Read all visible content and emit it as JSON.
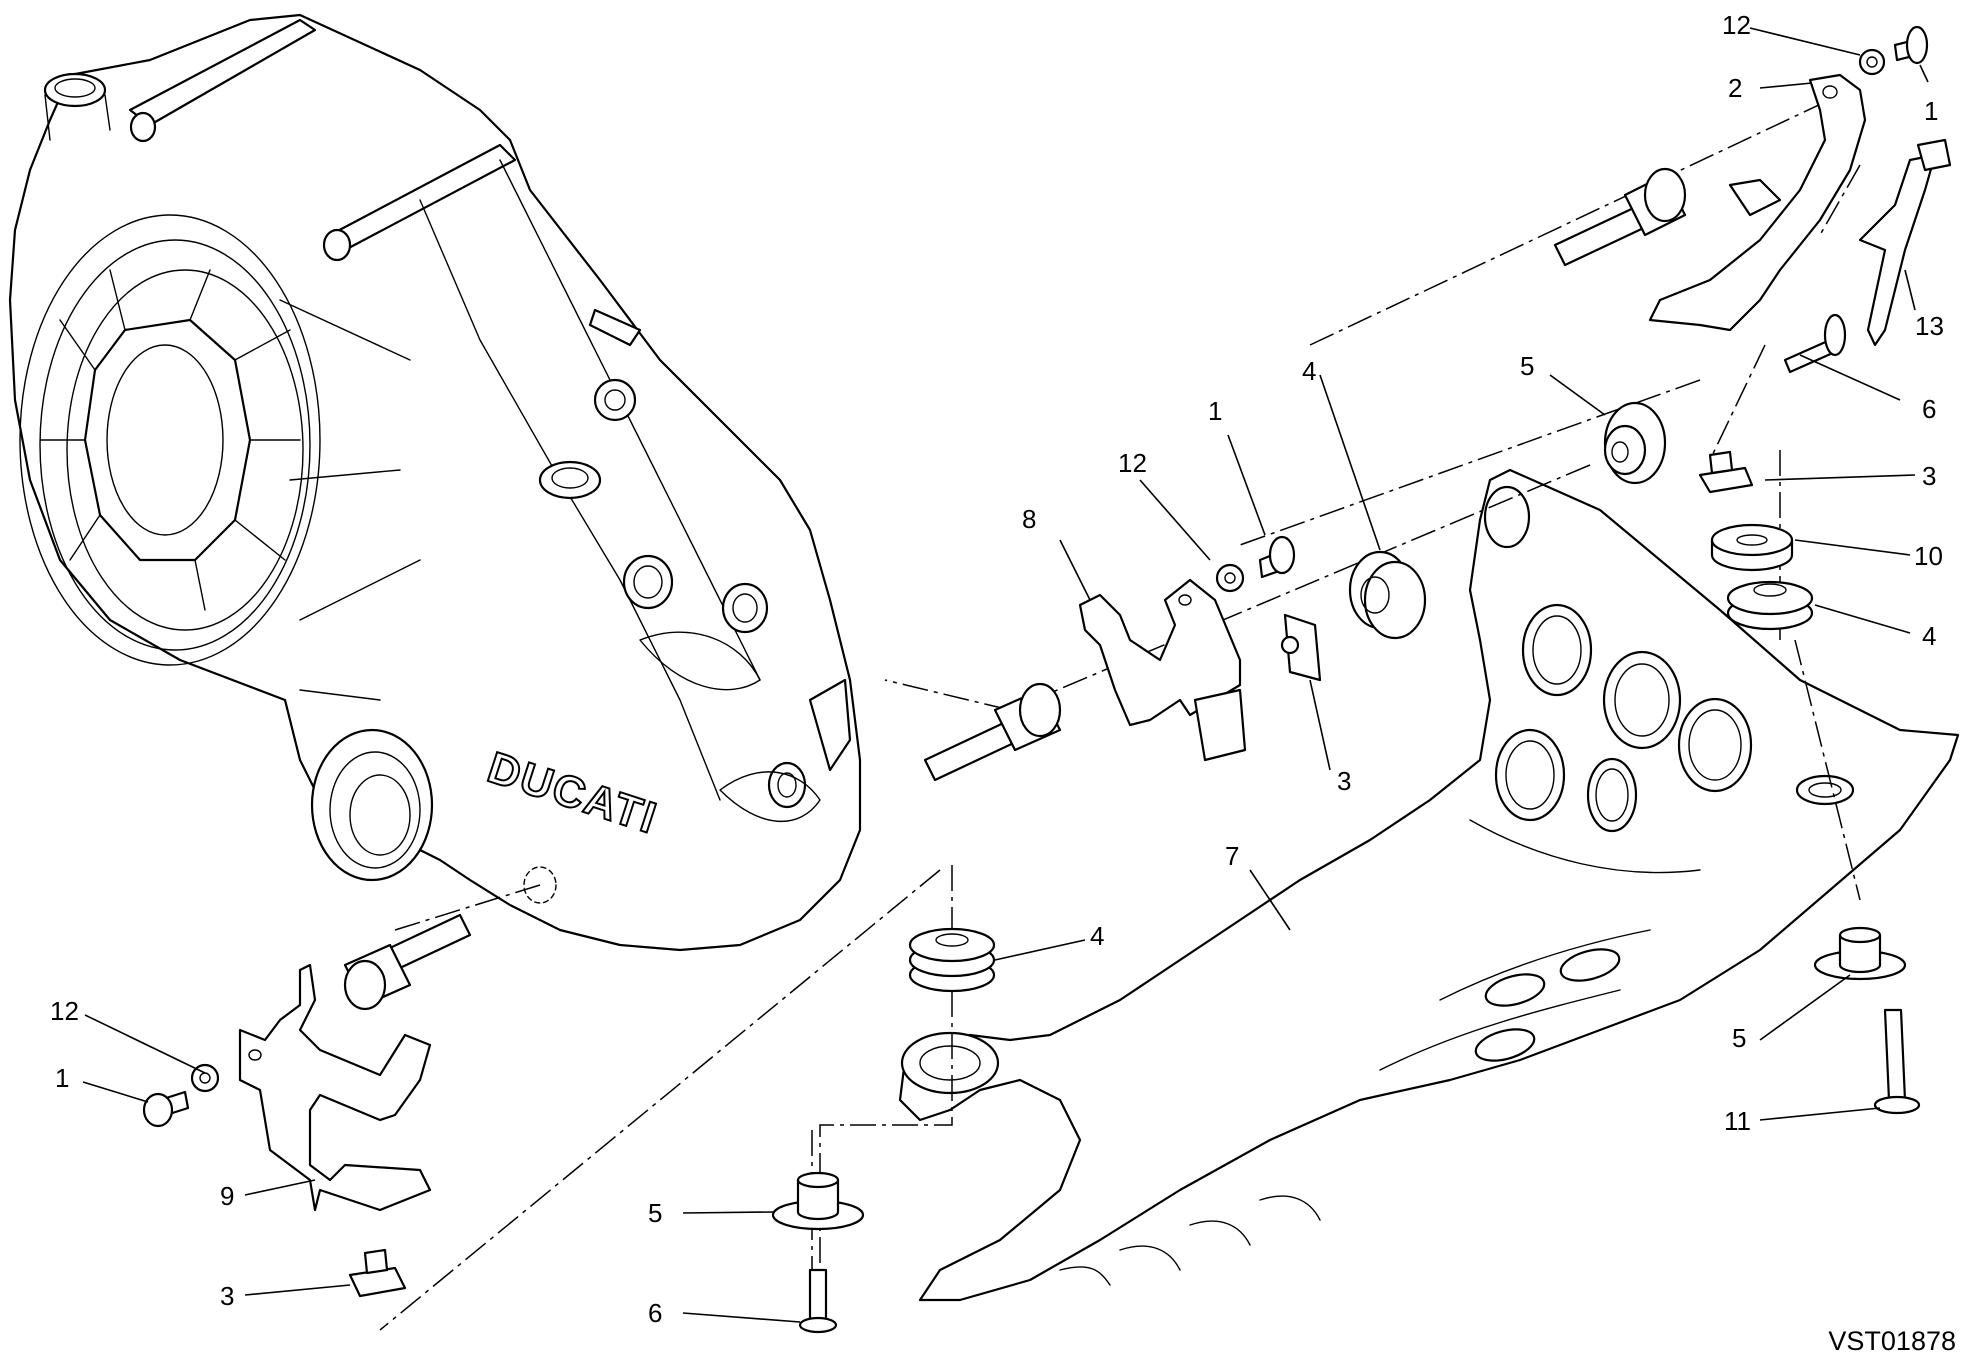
{
  "drawing": {
    "code": "VST01878",
    "brand_text": "DUCATI"
  },
  "callouts": [
    {
      "id": "c12a",
      "label": "12"
    },
    {
      "id": "c2",
      "label": "2"
    },
    {
      "id": "c1a",
      "label": "1"
    },
    {
      "id": "c13",
      "label": "13"
    },
    {
      "id": "c6a",
      "label": "6"
    },
    {
      "id": "c5a",
      "label": "5"
    },
    {
      "id": "c4a",
      "label": "4"
    },
    {
      "id": "c1b",
      "label": "1"
    },
    {
      "id": "c12b",
      "label": "12"
    },
    {
      "id": "c8",
      "label": "8"
    },
    {
      "id": "c3a",
      "label": "3"
    },
    {
      "id": "c3b",
      "label": "3"
    },
    {
      "id": "c10",
      "label": "10"
    },
    {
      "id": "c4b",
      "label": "4"
    },
    {
      "id": "c7",
      "label": "7"
    },
    {
      "id": "c4c",
      "label": "4"
    },
    {
      "id": "c5b",
      "label": "5"
    },
    {
      "id": "c11",
      "label": "11"
    },
    {
      "id": "c12c",
      "label": "12"
    },
    {
      "id": "c1c",
      "label": "1"
    },
    {
      "id": "c9",
      "label": "9"
    },
    {
      "id": "c3c",
      "label": "3"
    },
    {
      "id": "c5c",
      "label": "5"
    },
    {
      "id": "c6b",
      "label": "6"
    }
  ]
}
